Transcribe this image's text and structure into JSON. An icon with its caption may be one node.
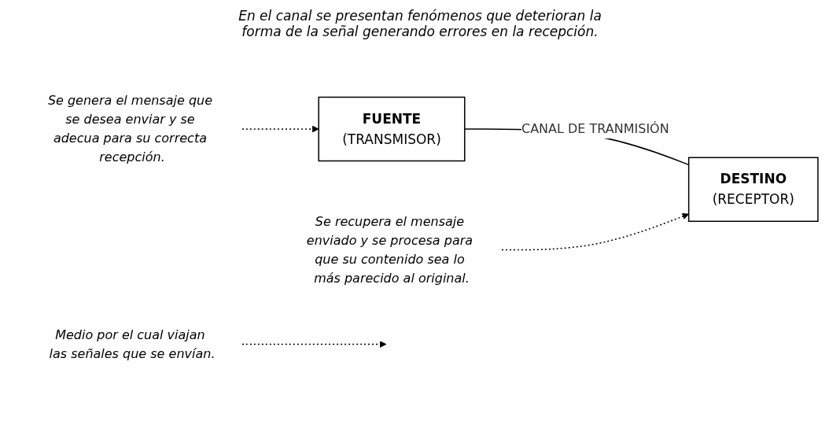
{
  "diagram": {
    "nodes": [
      {
        "text": [
          "FUENTE",
          "(TRANSMISOR)"
        ]
      },
      {
        "text": [
          "DESTINO",
          "(RECEPTOR)"
        ]
      },
      {
        "text": [
          "Se genera el mensaje que se desea enviar y se adecua para su correcta recepción."
        ]
      },
      {
        "text": [
          "Medio por el cual viajan las señales que se envían."
        ]
      },
      {
        "text": [
          "Se recupera el mensaje enviado y se procesa para que su contenido sea lo más parecido al original."
        ]
      }
    ],
    "edges": [
      {
        "from": 0,
        "to": 1,
        "arrow": "none",
        "label": "CANAL DE TRANMISIÓN"
      },
      {
        "from": 2,
        "to": 0,
        "arrow": "to",
        "style": "dashed"
      },
      {
        "from": 3,
        "to": null,
        "arrow": "to",
        "style": "dashed"
      },
      {
        "from": 4,
        "to": 1,
        "arrow": "to",
        "style": "dashed"
      }
    ],
    "labels": [
      "En el canal se presentan fenómenos que deterioran la forma de la señal generando errores en la recepción."
    ]
  }
}
